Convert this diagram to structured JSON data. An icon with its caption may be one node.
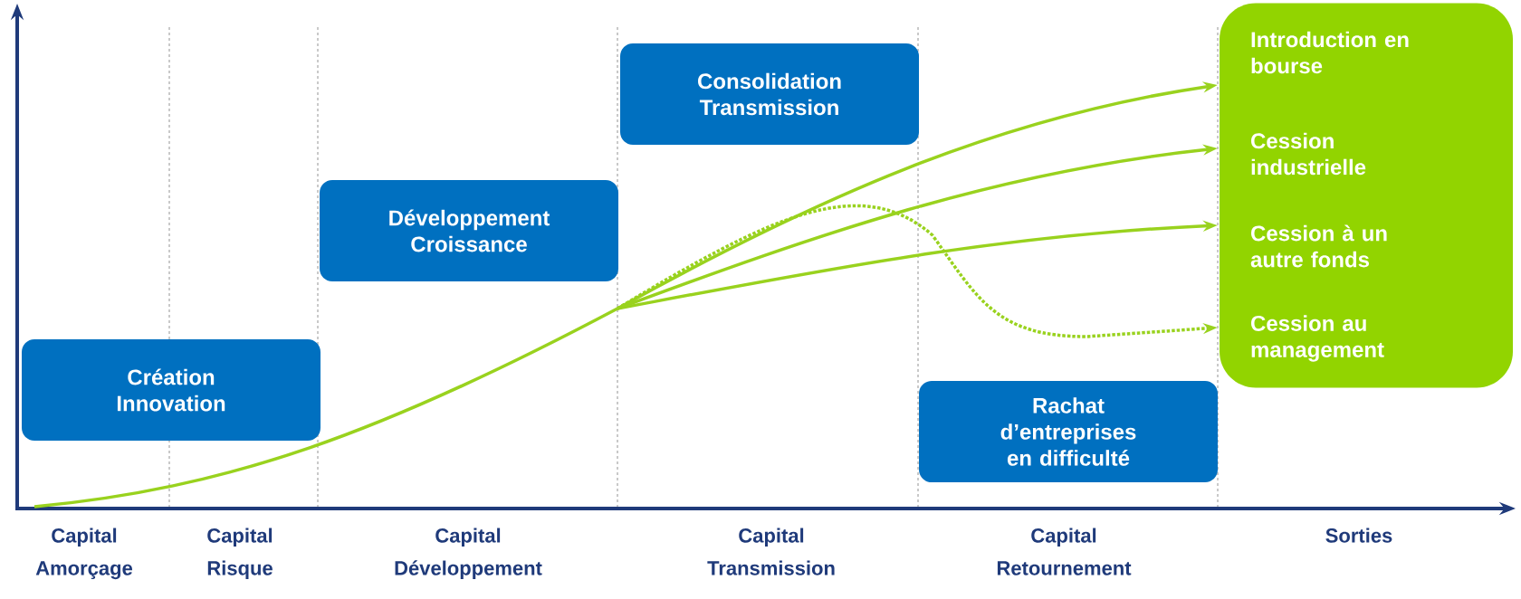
{
  "diagram": {
    "nodes": [
      {
        "text": [
          "Création Innovation"
        ]
      },
      {
        "text": [
          "Développement Croissance"
        ]
      },
      {
        "text": [
          "Consolidation Transmission"
        ]
      },
      {
        "text": [
          "Rachat d’entreprises en difficulté"
        ]
      },
      {
        "text": [],
        "shape": "box"
      },
      {
        "text": [
          "Introduction en bourse"
        ],
        "in": 4
      },
      {
        "text": [
          "Cession industrielle"
        ],
        "in": 4
      },
      {
        "text": [
          "Cession à un autre fonds"
        ],
        "in": 4
      },
      {
        "text": [
          "Cession au management"
        ],
        "in": 4
      }
    ],
    "edges": [
      {
        "from": null,
        "to": 5,
        "arrow": "to"
      },
      {
        "from": null,
        "to": 6,
        "arrow": "to"
      },
      {
        "from": null,
        "to": 7,
        "arrow": "to"
      },
      {
        "from": null,
        "to": 8,
        "arrow": "to",
        "style": "dashed"
      }
    ],
    "labels": [
      "Capital Amorçage",
      "Capital Risque",
      "Capital Développement",
      "Capital Transmission",
      "Capital Retournement",
      "Sorties"
    ]
  }
}
